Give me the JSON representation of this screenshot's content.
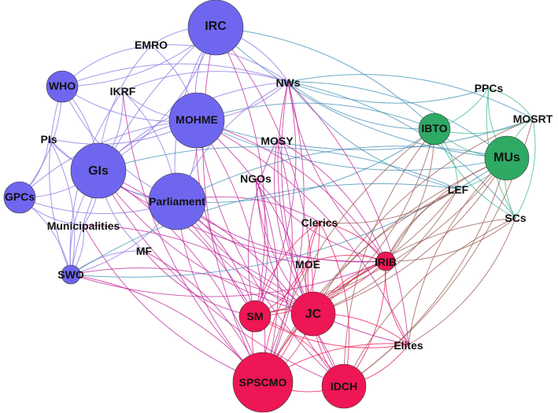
{
  "colors": {
    "blue": "#6f66f0",
    "green": "#2eaa64",
    "red": "#ee1654",
    "edge_blue_purple": "#8a73e0",
    "edge_magenta": "#c0279a",
    "edge_teal": "#3f8fb6",
    "edge_brown": "#9a5a52",
    "edge_green": "#3fb58a"
  },
  "nodes": [
    {
      "id": "IRC",
      "label": "IRC",
      "group": "blue"
    },
    {
      "id": "EMRO",
      "label": "EMRO",
      "group": "blue"
    },
    {
      "id": "WHO",
      "label": "WHO",
      "group": "blue"
    },
    {
      "id": "IKRF",
      "label": "IKRF",
      "group": "blue"
    },
    {
      "id": "MOHME",
      "label": "MOHME",
      "group": "blue"
    },
    {
      "id": "PIs",
      "label": "PIs",
      "group": "blue"
    },
    {
      "id": "GIs",
      "label": "GIs",
      "group": "blue"
    },
    {
      "id": "GPCs",
      "label": "GPCs",
      "group": "blue"
    },
    {
      "id": "Parliament",
      "label": "Parliament",
      "group": "blue"
    },
    {
      "id": "Municipalities",
      "label": "Municipalities",
      "group": "blue"
    },
    {
      "id": "MF",
      "label": "MF",
      "group": "blue"
    },
    {
      "id": "SWO",
      "label": "SWO",
      "group": "blue"
    },
    {
      "id": "NWs",
      "label": "NWs",
      "group": "blue"
    },
    {
      "id": "MOSY",
      "label": "MOSY",
      "group": "blue"
    },
    {
      "id": "NGOs",
      "label": "NGOs",
      "group": "blue"
    },
    {
      "id": "PPCs",
      "label": "PPCs",
      "group": "green"
    },
    {
      "id": "MOSRT",
      "label": "MOSRT",
      "group": "green"
    },
    {
      "id": "IBTO",
      "label": "IBTO",
      "group": "green"
    },
    {
      "id": "MUs",
      "label": "MUs",
      "group": "green"
    },
    {
      "id": "LEF",
      "label": "LEF",
      "group": "green"
    },
    {
      "id": "SCs",
      "label": "SCs",
      "group": "green"
    },
    {
      "id": "Clerics",
      "label": "Clerics",
      "group": "red"
    },
    {
      "id": "MOE",
      "label": "MOE",
      "group": "red"
    },
    {
      "id": "IRIB",
      "label": "IRIB",
      "group": "red"
    },
    {
      "id": "SM",
      "label": "SM",
      "group": "red"
    },
    {
      "id": "JC",
      "label": "JC",
      "group": "red"
    },
    {
      "id": "Elites",
      "label": "Elites",
      "group": "red"
    },
    {
      "id": "SPSCMO",
      "label": "SPSCMO",
      "group": "red"
    },
    {
      "id": "IDCH",
      "label": "IDCH",
      "group": "red"
    }
  ],
  "edges": [
    [
      "IRC",
      "MOHME"
    ],
    [
      "IRC",
      "GIs"
    ],
    [
      "IRC",
      "Parliament"
    ],
    [
      "IRC",
      "WHO"
    ],
    [
      "IRC",
      "EMRO"
    ],
    [
      "IRC",
      "NWs"
    ],
    [
      "IRC",
      "MUs"
    ],
    [
      "IRC",
      "IBTO"
    ],
    [
      "IRC",
      "SWO"
    ],
    [
      "IRC",
      "JC"
    ],
    [
      "IRC",
      "SPSCMO"
    ],
    [
      "IRC",
      "SM"
    ],
    [
      "EMRO",
      "WHO"
    ],
    [
      "EMRO",
      "MOHME"
    ],
    [
      "EMRO",
      "GIs"
    ],
    [
      "EMRO",
      "NWs"
    ],
    [
      "WHO",
      "MOHME"
    ],
    [
      "WHO",
      "GIs"
    ],
    [
      "WHO",
      "Parliament"
    ],
    [
      "WHO",
      "NWs"
    ],
    [
      "WHO",
      "SWO"
    ],
    [
      "WHO",
      "GPCs"
    ],
    [
      "IKRF",
      "MOHME"
    ],
    [
      "IKRF",
      "GIs"
    ],
    [
      "IKRF",
      "SWO"
    ],
    [
      "IKRF",
      "Parliament"
    ],
    [
      "IKRF",
      "SPSCMO"
    ],
    [
      "IKRF",
      "NWs"
    ],
    [
      "MOHME",
      "GIs"
    ],
    [
      "MOHME",
      "Parliament"
    ],
    [
      "MOHME",
      "NWs"
    ],
    [
      "MOHME",
      "IBTO"
    ],
    [
      "MOHME",
      "MUs"
    ],
    [
      "MOHME",
      "JC"
    ],
    [
      "MOHME",
      "SM"
    ],
    [
      "MOHME",
      "SPSCMO"
    ],
    [
      "MOHME",
      "IDCH"
    ],
    [
      "MOHME",
      "IRIB"
    ],
    [
      "MOHME",
      "GPCs"
    ],
    [
      "MOHME",
      "PIs"
    ],
    [
      "MOHME",
      "MOSRT"
    ],
    [
      "MOHME",
      "Elites"
    ],
    [
      "PIs",
      "GIs"
    ],
    [
      "PIs",
      "GPCs"
    ],
    [
      "PIs",
      "Parliament"
    ],
    [
      "PIs",
      "SWO"
    ],
    [
      "GIs",
      "Parliament"
    ],
    [
      "GIs",
      "GPCs"
    ],
    [
      "GIs",
      "SWO"
    ],
    [
      "GIs",
      "Municipalities"
    ],
    [
      "GIs",
      "MF"
    ],
    [
      "GIs",
      "NWs"
    ],
    [
      "GIs",
      "JC"
    ],
    [
      "GIs",
      "SPSCMO"
    ],
    [
      "GIs",
      "IDCH"
    ],
    [
      "GIs",
      "SM"
    ],
    [
      "GIs",
      "IRIB"
    ],
    [
      "GIs",
      "LEF"
    ],
    [
      "GPCs",
      "Parliament"
    ],
    [
      "GPCs",
      "SWO"
    ],
    [
      "GPCs",
      "Municipalities"
    ],
    [
      "Parliament",
      "NWs"
    ],
    [
      "Parliament",
      "JC"
    ],
    [
      "Parliament",
      "SM"
    ],
    [
      "Parliament",
      "SPSCMO"
    ],
    [
      "Parliament",
      "IDCH"
    ],
    [
      "Parliament",
      "IRIB"
    ],
    [
      "Parliament",
      "MUs"
    ],
    [
      "Parliament",
      "IBTO"
    ],
    [
      "Parliament",
      "SWO"
    ],
    [
      "Parliament",
      "MOE"
    ],
    [
      "Parliament",
      "Clerics"
    ],
    [
      "Parliament",
      "Elites"
    ],
    [
      "Municipalities",
      "SWO"
    ],
    [
      "Municipalities",
      "SPSCMO"
    ],
    [
      "Municipalities",
      "JC"
    ],
    [
      "MF",
      "SWO"
    ],
    [
      "MF",
      "SPSCMO"
    ],
    [
      "MF",
      "SM"
    ],
    [
      "SWO",
      "SPSCMO"
    ],
    [
      "SWO",
      "IRIB"
    ],
    [
      "SWO",
      "LEF"
    ],
    [
      "SWO",
      "MUs"
    ],
    [
      "SWO",
      "JC"
    ],
    [
      "NWs",
      "IBTO"
    ],
    [
      "NWs",
      "MUs"
    ],
    [
      "NWs",
      "PPCs"
    ],
    [
      "NWs",
      "MOSRT"
    ],
    [
      "NWs",
      "LEF"
    ],
    [
      "NWs",
      "SCs"
    ],
    [
      "NWs",
      "JC"
    ],
    [
      "NWs",
      "SM"
    ],
    [
      "NWs",
      "IRIB"
    ],
    [
      "NWs",
      "SPSCMO"
    ],
    [
      "NWs",
      "IDCH"
    ],
    [
      "NWs",
      "Elites"
    ],
    [
      "MOSY",
      "JC"
    ],
    [
      "MOSY",
      "SPSCMO"
    ],
    [
      "MOSY",
      "SM"
    ],
    [
      "MOSY",
      "IRIB"
    ],
    [
      "NGOs",
      "JC"
    ],
    [
      "NGOs",
      "SPSCMO"
    ],
    [
      "NGOs",
      "IDCH"
    ],
    [
      "NGOs",
      "SM"
    ],
    [
      "NGOs",
      "IRIB"
    ],
    [
      "PPCs",
      "IBTO"
    ],
    [
      "PPCs",
      "MUs"
    ],
    [
      "PPCs",
      "MOSRT"
    ],
    [
      "PPCs",
      "SCs"
    ],
    [
      "MOSRT",
      "IBTO"
    ],
    [
      "MOSRT",
      "MUs"
    ],
    [
      "MOSRT",
      "SCs"
    ],
    [
      "MOSRT",
      "JC"
    ],
    [
      "MOSRT",
      "IDCH"
    ],
    [
      "IBTO",
      "MUs"
    ],
    [
      "IBTO",
      "LEF"
    ],
    [
      "IBTO",
      "SCs"
    ],
    [
      "IBTO",
      "JC"
    ],
    [
      "IBTO",
      "SPSCMO"
    ],
    [
      "IBTO",
      "IRIB"
    ],
    [
      "IBTO",
      "IDCH"
    ],
    [
      "MUs",
      "LEF"
    ],
    [
      "MUs",
      "SCs"
    ],
    [
      "MUs",
      "JC"
    ],
    [
      "MUs",
      "SPSCMO"
    ],
    [
      "MUs",
      "IDCH"
    ],
    [
      "MUs",
      "IRIB"
    ],
    [
      "MUs",
      "SM"
    ],
    [
      "MUs",
      "Elites"
    ],
    [
      "LEF",
      "JC"
    ],
    [
      "LEF",
      "SPSCMO"
    ],
    [
      "LEF",
      "SM"
    ],
    [
      "LEF",
      "IRIB"
    ],
    [
      "LEF",
      "Clerics"
    ],
    [
      "SCs",
      "IDCH"
    ],
    [
      "SCs",
      "Elites"
    ],
    [
      "SCs",
      "JC"
    ],
    [
      "SCs",
      "IRIB"
    ],
    [
      "Clerics",
      "JC"
    ],
    [
      "Clerics",
      "SPSCMO"
    ],
    [
      "Clerics",
      "SM"
    ],
    [
      "Clerics",
      "IRIB"
    ],
    [
      "Clerics",
      "MOE"
    ],
    [
      "Clerics",
      "IDCH"
    ],
    [
      "MOE",
      "JC"
    ],
    [
      "MOE",
      "SM"
    ],
    [
      "MOE",
      "SPSCMO"
    ],
    [
      "MOE",
      "IRIB"
    ],
    [
      "IRIB",
      "JC"
    ],
    [
      "IRIB",
      "SM"
    ],
    [
      "IRIB",
      "SPSCMO"
    ],
    [
      "IRIB",
      "IDCH"
    ],
    [
      "IRIB",
      "Elites"
    ],
    [
      "SM",
      "JC"
    ],
    [
      "SM",
      "SPSCMO"
    ],
    [
      "SM",
      "IDCH"
    ],
    [
      "SM",
      "Elites"
    ],
    [
      "JC",
      "SPSCMO"
    ],
    [
      "JC",
      "IDCH"
    ],
    [
      "JC",
      "Elites"
    ],
    [
      "SPSCMO",
      "IDCH"
    ],
    [
      "SPSCMO",
      "Elites"
    ],
    [
      "IDCH",
      "Elites"
    ]
  ]
}
